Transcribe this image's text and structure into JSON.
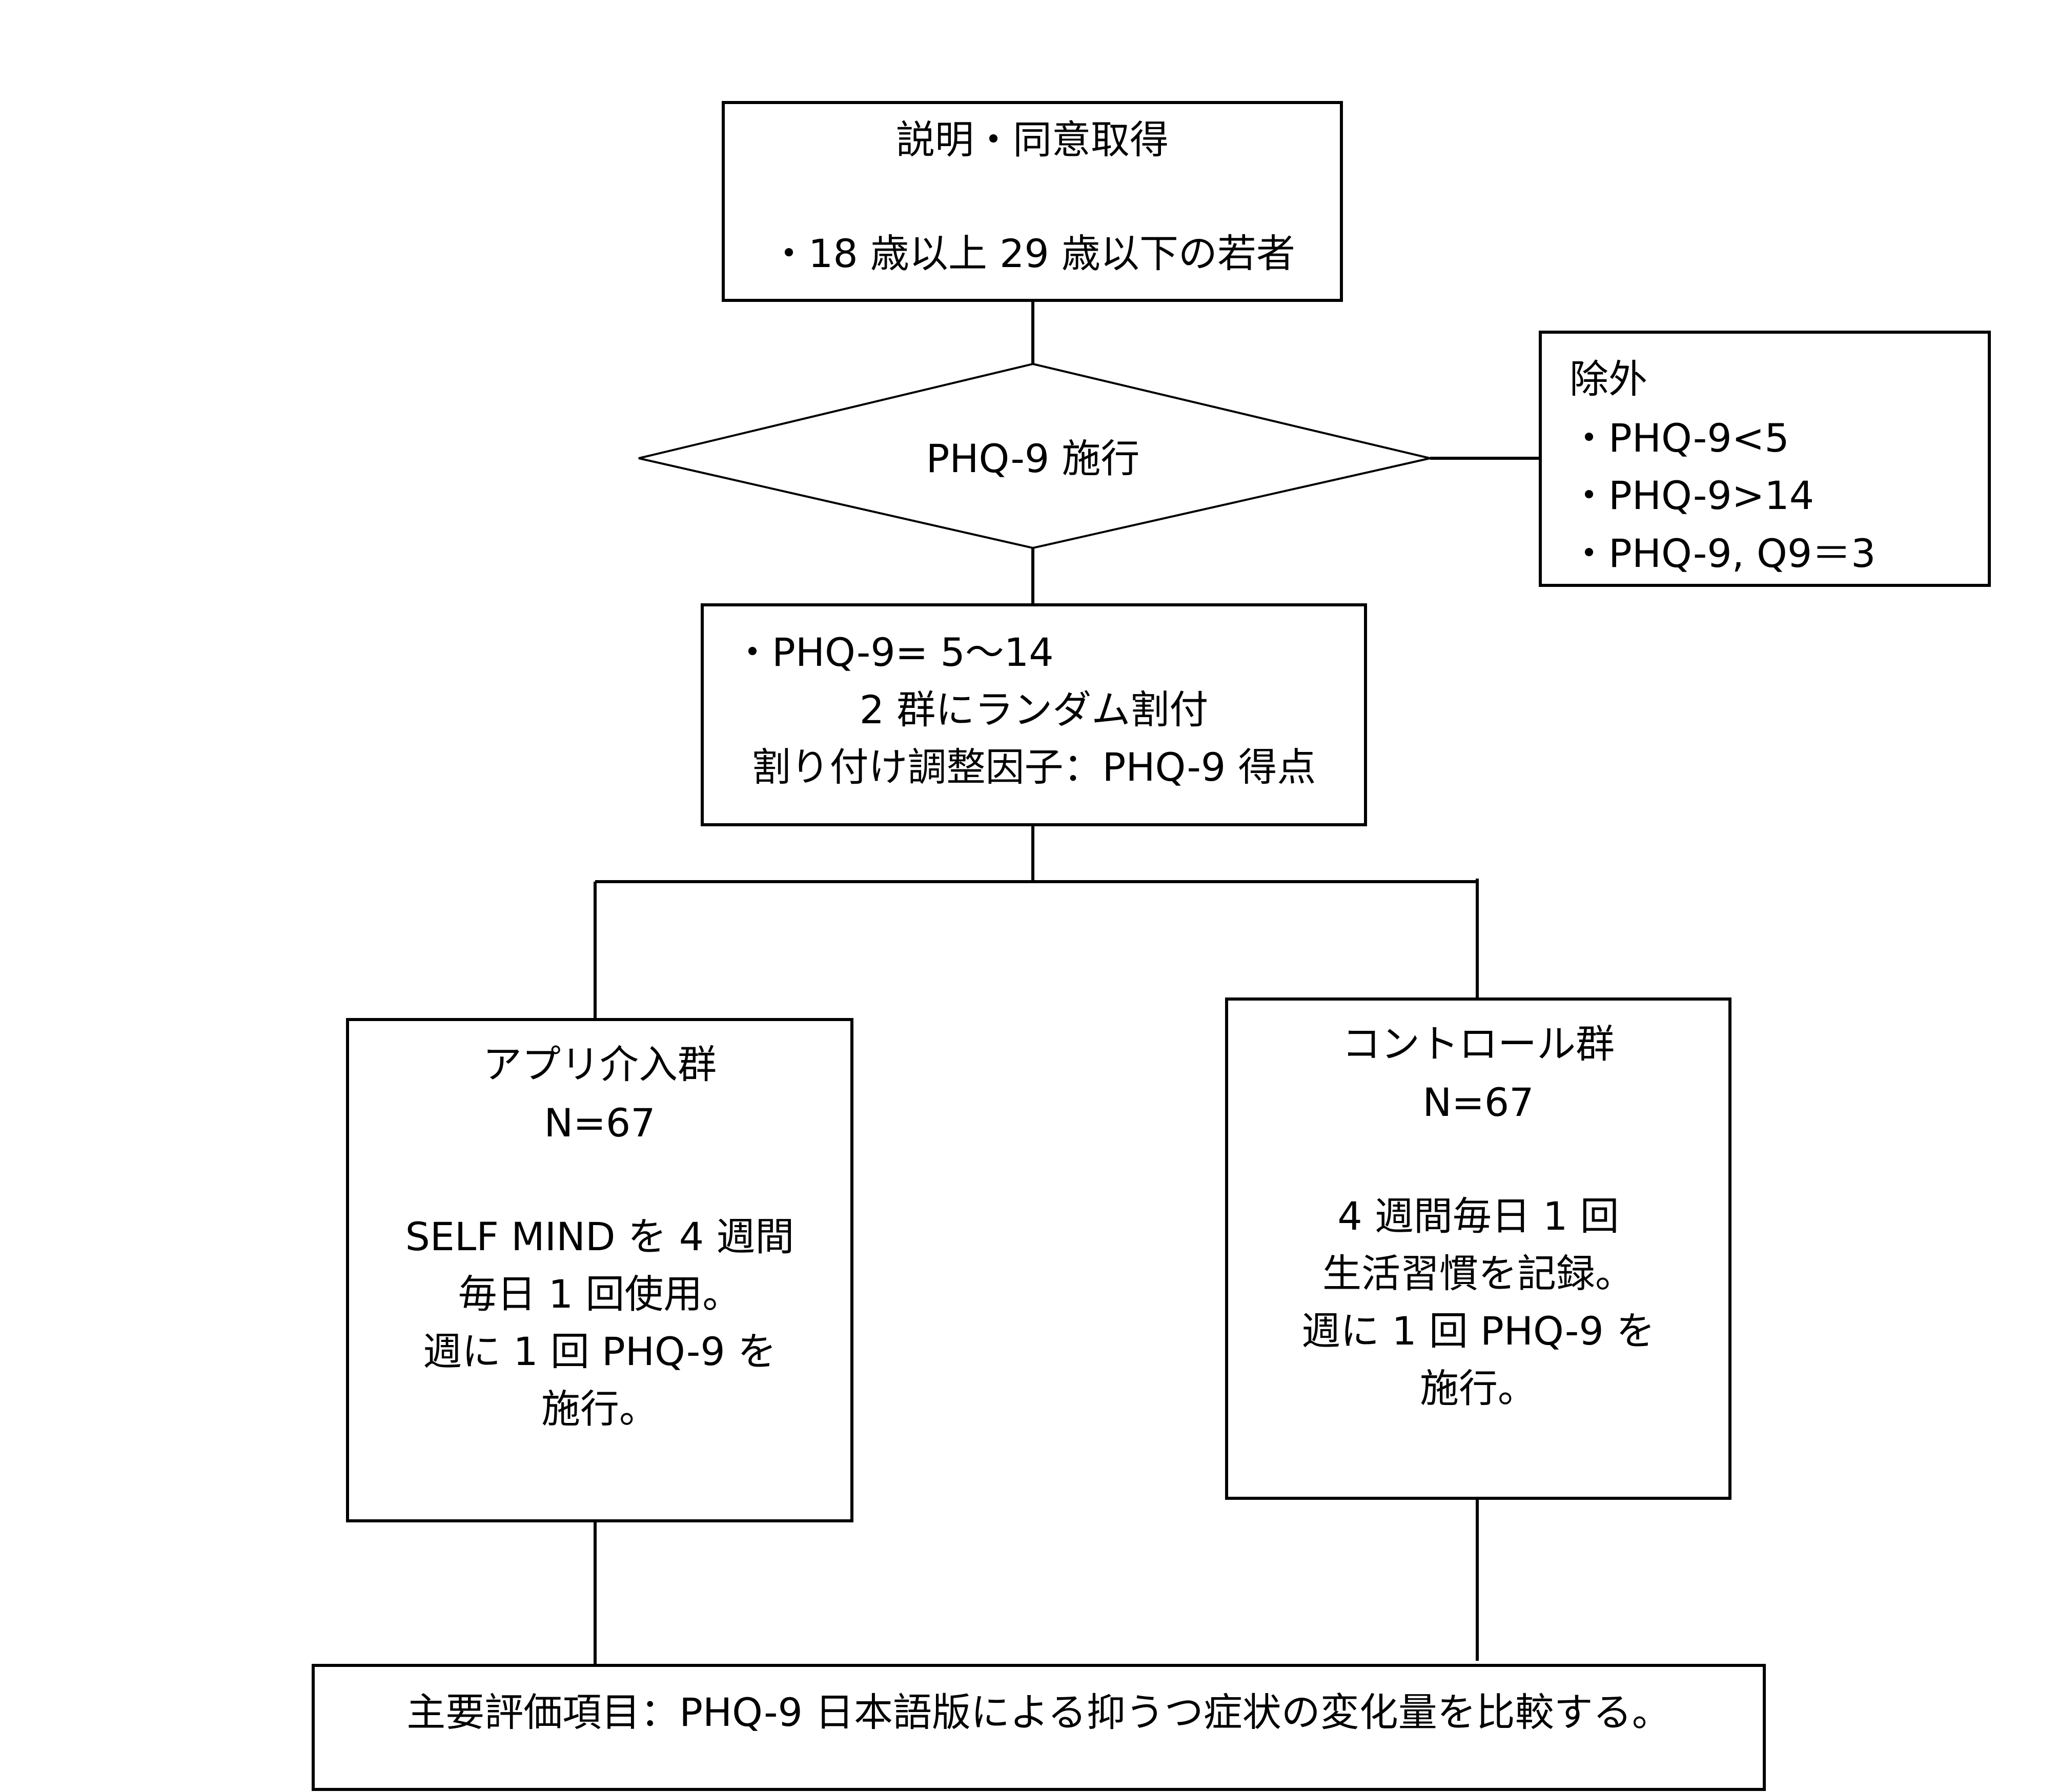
{
  "consent_box": {
    "title": "説明・同意取得",
    "criteria": "・18 歳以上 29 歳以下の若者"
  },
  "screening_diamond": {
    "label": "PHQ-9 施行"
  },
  "exclusion_box": {
    "title": "除外",
    "items": [
      "・PHQ-9<5",
      "・PHQ-9>14",
      "・PHQ-9, Q9＝3"
    ]
  },
  "randomization_box": {
    "condition": "・PHQ-9= 5～14",
    "allocation": "2 群にランダム割付",
    "adjustment": "割り付け調整因子：PHQ-9 得点"
  },
  "intervention_box": {
    "title": "アプリ介入群",
    "n": "N=67",
    "lines": [
      "SELF MIND を 4 週間",
      "毎日 1 回使用。",
      "週に 1 回 PHQ-9 を",
      "施行。"
    ]
  },
  "control_box": {
    "title": "コントロール群",
    "n": "N=67",
    "lines": [
      "4 週間毎日 1 回",
      "生活習慣を記録。",
      "週に 1 回 PHQ-9 を",
      "施行。"
    ]
  },
  "outcome_box": {
    "text": "主要評価項目：PHQ-9 日本語版による抑うつ症状の変化量を比較する。"
  }
}
